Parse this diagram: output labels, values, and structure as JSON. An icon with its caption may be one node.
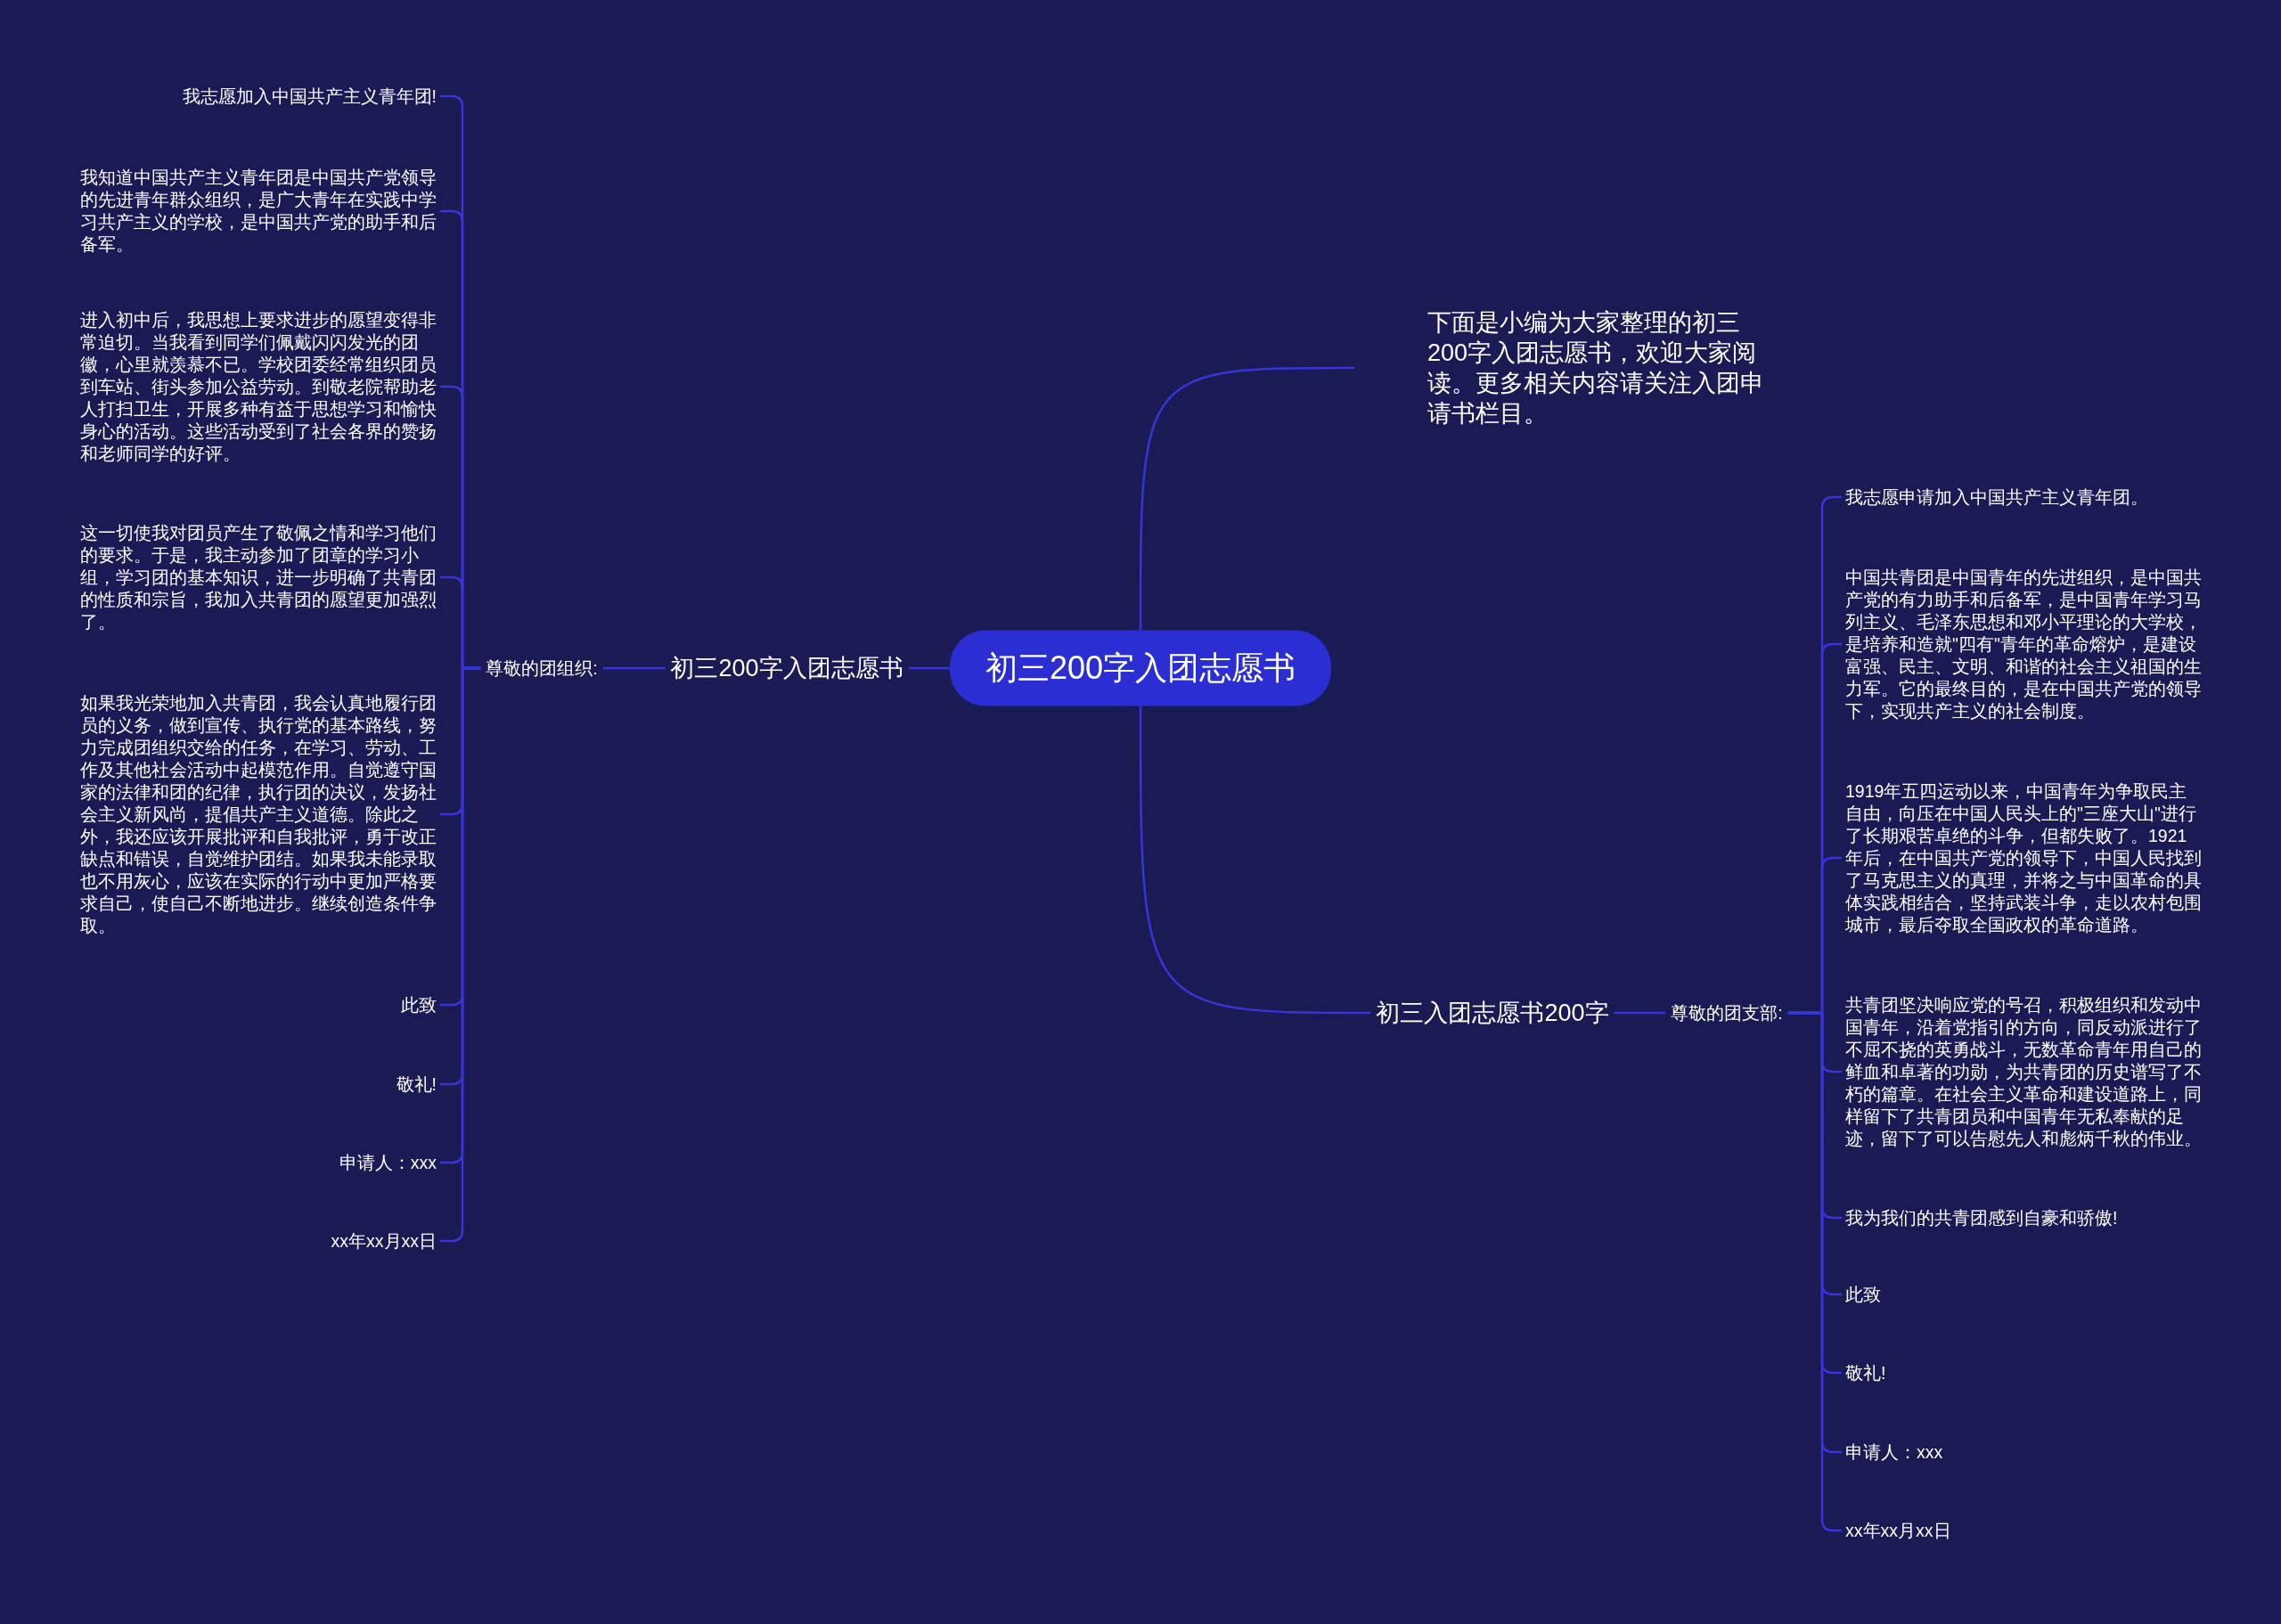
{
  "diagram": {
    "nodes": [
      {
        "text": [
          "初三200字入团志愿书"
        ]
      },
      {
        "text": [
          "初三200字入团志愿书"
        ]
      },
      {
        "text": [
          "尊敬的团组织:"
        ]
      },
      {
        "text": [
          "我志愿加入中国共产主义青年团!"
        ]
      },
      {
        "text": [
          "我知道中国共产主义青年团是中国共产党领导的先进青年群众组织，是广大青年在实践中学习共产主义的学校，是中国共产党的助手和后备军。"
        ]
      },
      {
        "text": [
          "进入初中后，我思想上要求进步的愿望变得非常迫切。当我看到同学们佩戴闪闪发光的团徽，心里就羡慕不已。学校团委经常组织团员到车站、街头参加公益劳动。到敬老院帮助老人打扫卫生，开展多种有益于思想学习和愉快身心的活动。这些活动受到了社会各界的赞扬和老师同学的好评。"
        ]
      },
      {
        "text": [
          "这一切使我对团员产生了敬佩之情和学习他们的要求。于是，我主动参加了团章的学习小组，学习团的基本知识，进一步明确了共青团的性质和宗旨，我加入共青团的愿望更加强烈了。"
        ]
      },
      {
        "text": [
          "如果我光荣地加入共青团，我会认真地履行团员的义务，做到宣传、执行党的基本路线，努力完成团组织交给的任务，在学习、劳动、工作及其他社会活动中起模范作用。自觉遵守国家的法律和团的纪律，执行团的决议，发扬社会主义新风尚，提倡共产主义道德。除此之外，我还应该开展批评和自我批评，勇于改正缺点和错误，自觉维护团结。如果我未能录取也不用灰心，应该在实际的行动中更加严格要求自己，使自己不断地进步。继续创造条件争取。"
        ]
      },
      {
        "text": [
          "此致"
        ]
      },
      {
        "text": [
          "敬礼!"
        ]
      },
      {
        "text": [
          "申请人：xxx"
        ]
      },
      {
        "text": [
          "xx年xx月xx日"
        ]
      },
      {
        "text": [
          "下面是小编为大家整理的初三200字入团志愿书，欢迎大家阅读。更多相关内容请关注入团申请书栏目。"
        ]
      },
      {
        "text": [
          "初三入团志愿书200字"
        ]
      },
      {
        "text": [
          "尊敬的团支部:"
        ]
      },
      {
        "text": [
          "我志愿申请加入中国共产主义青年团。"
        ]
      },
      {
        "text": [
          "中国共青团是中国青年的先进组织，是中国共产党的有力助手和后备军，是中国青年学习马列主义、毛泽东思想和邓小平理论的大学校，是培养和造就\"四有\"青年的革命熔炉，是建设富强、民主、文明、和谐的社会主义祖国的生力军。它的最终目的，是在中国共产党的领导下，实现共产主义的社会制度。"
        ]
      },
      {
        "text": [
          "1919年五四运动以来，中国青年为争取民主自由，向压在中国人民头上的\"三座大山\"进行了长期艰苦卓绝的斗争，但都失败了。1921年后，在中国共产党的领导下，中国人民找到了马克思主义的真理，并将之与中国革命的具体实践相结合，坚持武装斗争，走以农村包围城市，最后夺取全国政权的革命道路。"
        ]
      },
      {
        "text": [
          "共青团坚决响应党的号召，积极组织和发动中国青年，沿着党指引的方向，同反动派进行了不屈不挠的英勇战斗，无数革命青年用自己的鲜血和卓著的功勋，为共青团的历史谱写了不朽的篇章。在社会主义革命和建设道路上，同样留下了共青团员和中国青年无私奉献的足迹，留下了可以告慰先人和彪炳千秋的伟业。"
        ]
      },
      {
        "text": [
          "我为我们的共青团感到自豪和骄傲!"
        ]
      },
      {
        "text": [
          "此致"
        ]
      },
      {
        "text": [
          "敬礼!"
        ]
      },
      {
        "text": [
          "申请人：xxx"
        ]
      },
      {
        "text": [
          "xx年xx月xx日"
        ]
      }
    ],
    "edges": [
      {
        "from": 0,
        "to": 1,
        "arrow": "none"
      },
      {
        "from": 1,
        "to": 2,
        "arrow": "none"
      },
      {
        "from": 2,
        "to": 3,
        "arrow": "none"
      },
      {
        "from": 2,
        "to": 4,
        "arrow": "none"
      },
      {
        "from": 2,
        "to": 5,
        "arrow": "none"
      },
      {
        "from": 2,
        "to": 6,
        "arrow": "none"
      },
      {
        "from": 2,
        "to": 7,
        "arrow": "none"
      },
      {
        "from": 2,
        "to": 8,
        "arrow": "none"
      },
      {
        "from": 2,
        "to": 9,
        "arrow": "none"
      },
      {
        "from": 2,
        "to": 10,
        "arrow": "none"
      },
      {
        "from": 2,
        "to": 11,
        "arrow": "none"
      },
      {
        "from": 0,
        "to": 12,
        "arrow": "none"
      },
      {
        "from": 0,
        "to": 13,
        "arrow": "none"
      },
      {
        "from": 13,
        "to": 14,
        "arrow": "none"
      },
      {
        "from": 14,
        "to": 15,
        "arrow": "none"
      },
      {
        "from": 14,
        "to": 16,
        "arrow": "none"
      },
      {
        "from": 14,
        "to": 17,
        "arrow": "none"
      },
      {
        "from": 14,
        "to": 18,
        "arrow": "none"
      },
      {
        "from": 14,
        "to": 19,
        "arrow": "none"
      },
      {
        "from": 14,
        "to": 20,
        "arrow": "none"
      },
      {
        "from": 14,
        "to": 21,
        "arrow": "none"
      },
      {
        "from": 14,
        "to": 22,
        "arrow": "none"
      },
      {
        "from": 14,
        "to": 23,
        "arrow": "none"
      }
    ]
  }
}
